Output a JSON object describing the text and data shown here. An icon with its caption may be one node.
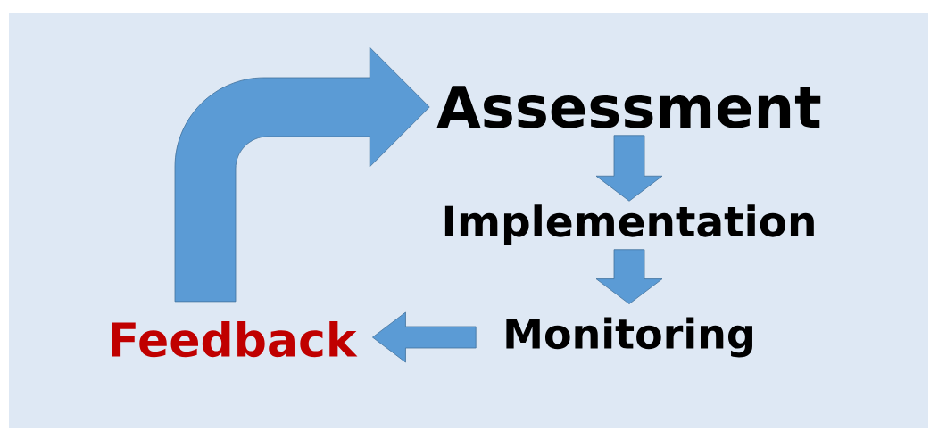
{
  "diagram": {
    "nodes": [
      {
        "text": [
          "Assessment"
        ]
      },
      {
        "text": [
          "Implementation"
        ]
      },
      {
        "text": [
          "Monitoring"
        ]
      },
      {
        "text": [
          "Feedback"
        ]
      }
    ],
    "edges": [
      {
        "from": 0,
        "to": 1,
        "arrow": "to"
      },
      {
        "from": 1,
        "to": 2,
        "arrow": "to"
      },
      {
        "from": 2,
        "to": 3,
        "arrow": "to"
      },
      {
        "from": 3,
        "to": 0,
        "arrow": "to"
      }
    ]
  }
}
